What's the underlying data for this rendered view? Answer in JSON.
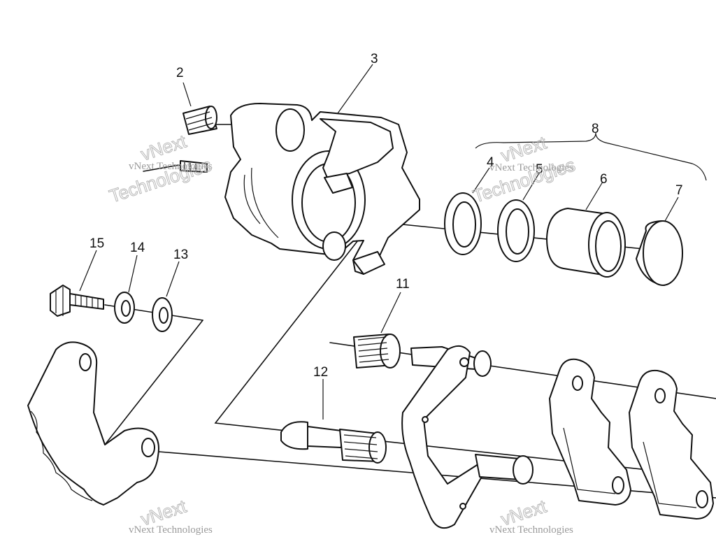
{
  "callouts": {
    "c2": "2",
    "c3": "3",
    "c4": "4",
    "c5": "5",
    "c6": "6",
    "c7": "7",
    "c8": "8",
    "c11": "11",
    "c12": "12",
    "c13": "13",
    "c14": "14",
    "c15": "15"
  },
  "watermark": {
    "small": "vNext Technologies",
    "big_1": "vNext",
    "big_2": "Technologies"
  },
  "colors": {
    "ink": "#111111",
    "paper": "#ffffff",
    "watermark": "#b8b8b8"
  }
}
